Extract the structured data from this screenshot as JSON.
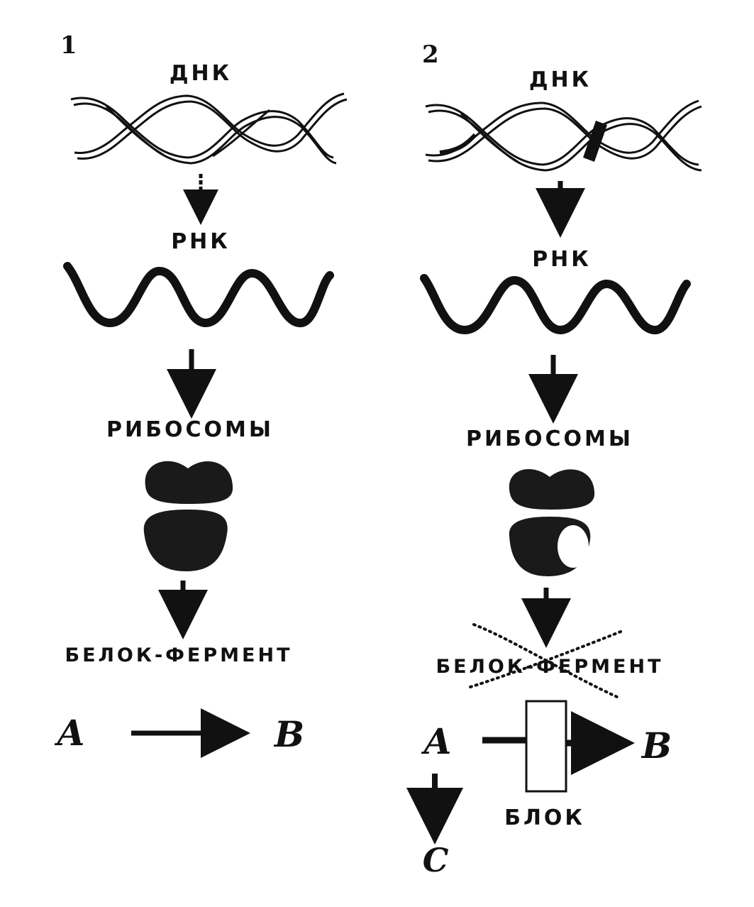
{
  "panel1": {
    "number": "1",
    "dna": "ДНК",
    "rna": "РНК",
    "ribosomes": "РИБОСОМЫ",
    "protein": "БЕЛОК-ФЕРМЕНТ",
    "substrate": "A",
    "product": "B"
  },
  "panel2": {
    "number": "2",
    "dna": "ДНК",
    "rna": "РНК",
    "ribosomes": "РИБОСОМЫ",
    "protein": "БЕЛОК-ФЕРМЕНТ",
    "substrate": "A",
    "product": "B",
    "block": "БЛОК",
    "alternative": "C"
  },
  "colors": {
    "ink": "#111111",
    "paper": "#ffffff"
  }
}
